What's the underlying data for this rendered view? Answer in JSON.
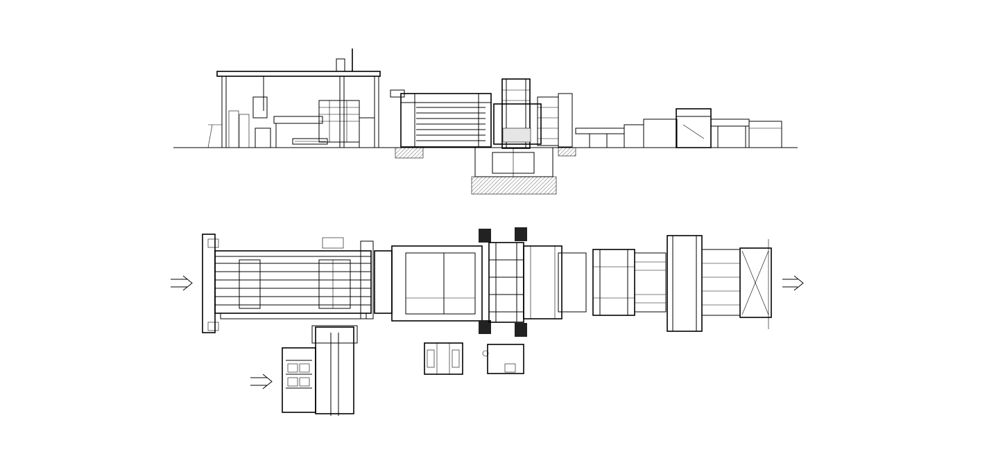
{
  "diagram": {
    "views": [
      {
        "id": "elevation",
        "kind": "side-elevation"
      },
      {
        "id": "plan",
        "kind": "top-plan"
      }
    ],
    "flow_arrows": [
      {
        "id": "inlet-main",
        "icon": "right-arrow-icon"
      },
      {
        "id": "inlet-secondary",
        "icon": "right-arrow-icon"
      },
      {
        "id": "outlet",
        "icon": "right-arrow-icon"
      }
    ],
    "line_color": "#000000",
    "background": "#ffffff"
  }
}
